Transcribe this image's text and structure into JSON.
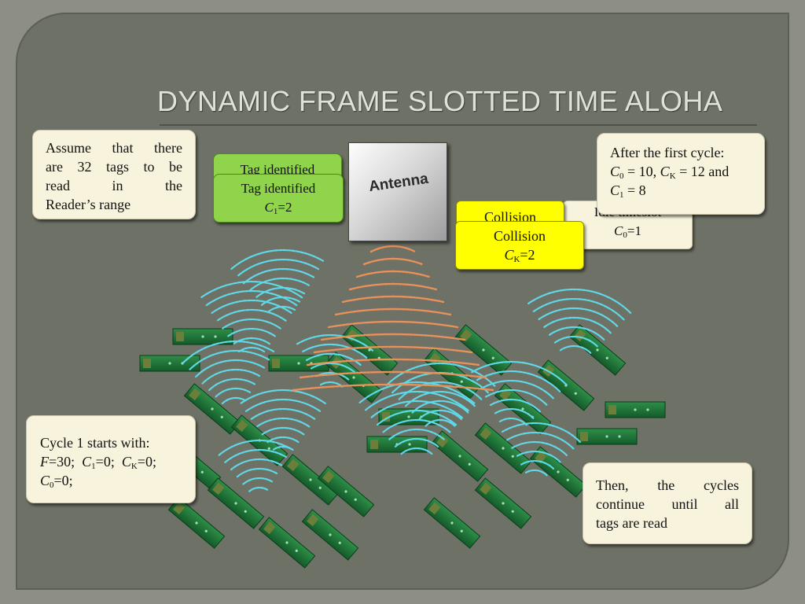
{
  "title": "DYNAMIC FRAME SLOTTED TIME ALOHA",
  "antenna": {
    "label": "Antenna"
  },
  "notes": {
    "assume": {
      "lines": [
        "Assume that there",
        "are 32 tags to be",
        "read in the",
        "Reader’s range"
      ]
    },
    "after_first_cycle": {
      "heading": "After the first cycle:",
      "c0_label": "C",
      "c0_sub": "0",
      "c0_value": " = 10, ",
      "ck_label": "C",
      "ck_sub": "K",
      "ck_value": " = 12 and",
      "c1_label": "C",
      "c1_sub": "1",
      "c1_value": " = 8"
    },
    "cycle1": {
      "heading": "Cycle 1 starts with:",
      "f_label": "F",
      "f_value": "=30;",
      "c1_label": "C",
      "c1_sub": "1",
      "c1_value": "=0;",
      "ck_label": "C",
      "ck_sub": "K",
      "ck_value": "=0;",
      "c0_label": "C",
      "c0_sub": "0",
      "c0_value": "=0;"
    },
    "then": {
      "lines": [
        "Then, the cycles",
        "continue until all",
        "tags are read"
      ]
    }
  },
  "tag_identified": {
    "back_label": "Tag identified",
    "front_label": "Tag identified",
    "var": "C",
    "sub": "1",
    "value": "=2"
  },
  "collision": {
    "back_label": "Collision",
    "front_label": "Collision",
    "var": "C",
    "sub": "K",
    "value": "=2"
  },
  "idle": {
    "label": "Idle timeslot",
    "var": "C",
    "sub": "0",
    "value": "=1"
  },
  "colors": {
    "background_outer": "#8d8f85",
    "background_slide": "#6e7166",
    "note_fill": "#f7f3dd",
    "identified_green": "#8fd44b",
    "collision_yellow": "#ffff00",
    "signal_cyan": "#5fd8e8",
    "antenna_signal_orange": "#e8915a",
    "tag_green": "#1f7a3a"
  }
}
